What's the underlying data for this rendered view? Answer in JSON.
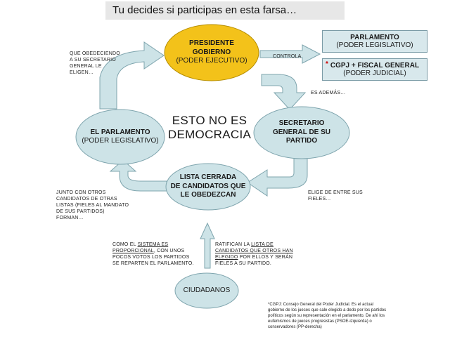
{
  "title": "Tu decides si participas en esta farsa…",
  "center_text": [
    "ESTO NO ES",
    "DEMOCRACIA"
  ],
  "nodes": {
    "presidente": [
      "PRESIDENTE",
      "GOBIERNO",
      "(PODER EJECUTIVO)"
    ],
    "secretario": [
      "SECRETARIO",
      "GENERAL DE SU",
      "PARTIDO"
    ],
    "lista": [
      "LISTA CERRADA",
      "DE CANDIDATOS QUE",
      "LE OBEDEZCAN"
    ],
    "parlamento": [
      "EL PARLAMENTO",
      "(PODER LEGISLATIVO)"
    ],
    "ciudadanos": "CIUDADANOS"
  },
  "boxes": {
    "parlamento": [
      "PARLAMENTO",
      "(PODER LEGISLATIVO)"
    ],
    "cgpj_star": "*",
    "cgpj": [
      "CGPJ + FISCAL GENERAL",
      "(PODER JUDICIAL)"
    ]
  },
  "labels": {
    "obedeciendo": [
      "QUE OBEDECIENDO",
      "A SU SECRETARIO",
      "GENERAL LE",
      "ELIGEN…"
    ],
    "controla": "CONTROLA",
    "es_ademas": "ES ADEMÁS…",
    "elige": [
      "ELIGE DE ENTRE SUS",
      "FIELES…"
    ],
    "junto": [
      "JUNTO CON OTROS",
      "CANDIDATOS DE OTRAS",
      "LISTAS (FIELES AL MANDATO",
      "DE SUS PARTIDOS)",
      "FORMAN…"
    ],
    "como": {
      "l1_pre": "COMO EL ",
      "l1_link": "SISTEMA ES",
      "l2_link": "PROPORCIONAL",
      "l2_post": ", CON UNOS",
      "l3": "POCOS VOTOS LOS PARTIDOS",
      "l4": "SE REPARTEN EL PARLAMENTO."
    },
    "ratifican": {
      "l1_pre": "RATIFICAN LA ",
      "l1_link": "LISTA DE",
      "l2_link": "CANDIDATOS QUE OTROS HAN",
      "l3_link": "ELEGIDO",
      "l3_post": " POR ELLOS Y SERÁN",
      "l4": "FIELES A SU PARTIDO."
    }
  },
  "footnote": [
    "*CGPJ: Consejo General del Poder Judicial. Es el actual",
    "gobierno de los jueces que sale elegido a dedo por los partidos",
    "políticos según su representación en el parlamento. De ahí los",
    "eufemismos de jueces progresistas (PSOE-izquierda) o",
    "conservadores (PP-derecha)"
  ],
  "colors": {
    "node_fill": "#cde3e7",
    "node_stroke": "#7fa5ae",
    "presidente_fill": "#f3c21a",
    "presidente_stroke": "#b58d00",
    "arrow_fill": "#cde3e7",
    "arrow_stroke": "#7fa5ae",
    "box_fill": "#d8e8ec",
    "star": "#cc0000"
  }
}
